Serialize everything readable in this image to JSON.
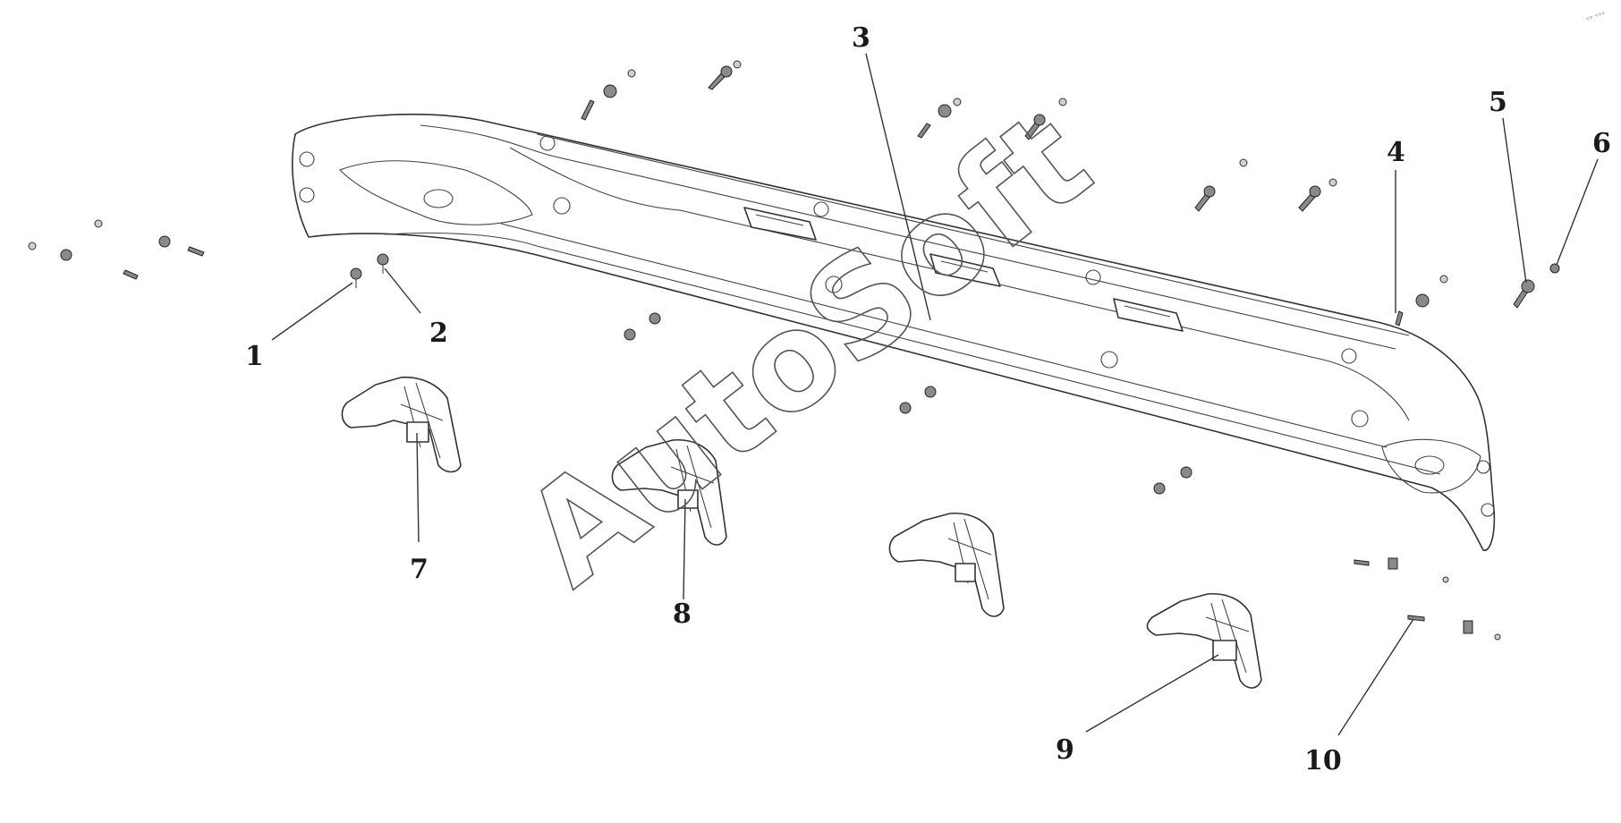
{
  "diagram": {
    "callouts": [
      {
        "id": "1",
        "label": "1"
      },
      {
        "id": "2",
        "label": "2"
      },
      {
        "id": "3",
        "label": "3"
      },
      {
        "id": "4",
        "label": "4"
      },
      {
        "id": "5",
        "label": "5"
      },
      {
        "id": "6",
        "label": "6"
      },
      {
        "id": "7",
        "label": "7"
      },
      {
        "id": "8",
        "label": "8"
      },
      {
        "id": "9",
        "label": "9"
      },
      {
        "id": "10",
        "label": "10"
      }
    ],
    "watermark": "AutoSoft",
    "corner_mark": "°° °°°"
  }
}
